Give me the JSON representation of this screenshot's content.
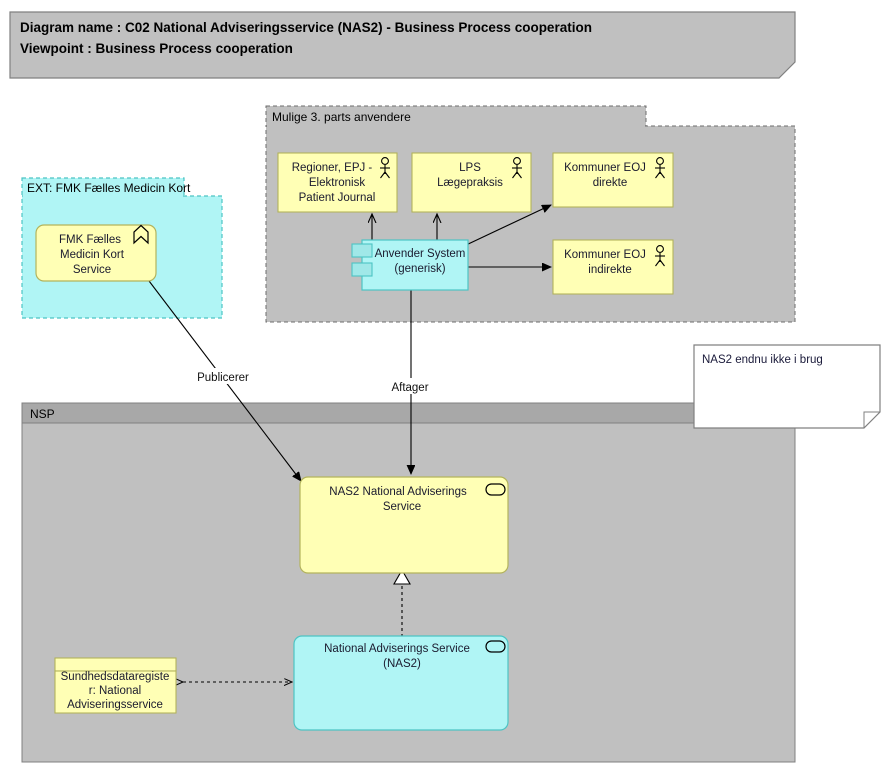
{
  "diagram": {
    "header": {
      "line1_label": "Diagram name :",
      "line1_value": "C02 National Adviseringsservice (NAS2) - Business Process cooperation",
      "line1_full": "Diagram name : C02 National Adviseringsservice (NAS2) - Business Process cooperation",
      "line2_label": "Viewpoint",
      "line2_value": ": Business Process cooperation",
      "line2_full": "Viewpoint        : Business Process cooperation"
    },
    "colors": {
      "group_fill": "#c0c0c0",
      "group_header_fill": "#a8a8a8",
      "title_fill": "#c0c0c0",
      "yellow_fill": "#ffffb5",
      "yellow_stroke": "#b3b35c",
      "cyan_fill": "#b0f5f5",
      "cyan_stroke": "#4cc4c4",
      "note_fill": "#ffffff",
      "line": "#000000"
    },
    "groups": [
      {
        "id": "third-party",
        "label": "Mulige 3. parts anvendere"
      },
      {
        "id": "ext-fmk",
        "label": "EXT: FMK Fælles Medicin Kort"
      },
      {
        "id": "nsp",
        "label": "NSP"
      }
    ],
    "nodes": [
      {
        "id": "regioner-epj",
        "label": "Regioner, EPJ - Elektronisk Patient Journal",
        "lines": [
          "Regioner, EPJ -",
          "Elektronisk",
          "Patient Journal"
        ],
        "icon": "actor-icon",
        "style": "yellow"
      },
      {
        "id": "lps-laegepraksis",
        "label": "LPS Lægepraksis",
        "lines": [
          "LPS",
          "Lægepraksis"
        ],
        "icon": "actor-icon",
        "style": "yellow"
      },
      {
        "id": "kommuner-eoj-direkte",
        "label": "Kommuner EOJ direkte",
        "lines": [
          "Kommuner EOJ",
          "direkte"
        ],
        "icon": "actor-icon",
        "style": "yellow"
      },
      {
        "id": "kommuner-eoj-indirekte",
        "label": "Kommuner EOJ indirekte",
        "lines": [
          "Kommuner EOJ",
          "indirekte"
        ],
        "icon": "actor-icon",
        "style": "yellow"
      },
      {
        "id": "anvender-system",
        "label": "Anvender System (generisk)",
        "lines": [
          "Anvender System",
          "(generisk)"
        ],
        "icon": "component-icon",
        "style": "cyan"
      },
      {
        "id": "fmk-service",
        "label": "FMK Fælles Medicin Kort Service",
        "lines": [
          "FMK Fælles",
          "Medicin Kort",
          "Service"
        ],
        "icon": "application-component-icon",
        "style": "yellow"
      },
      {
        "id": "nas2-national-adviserings-service",
        "label": "NAS2 National Adviserings Service",
        "lines": [
          "NAS2 National Adviserings",
          "Service"
        ],
        "icon": "service-icon",
        "style": "yellow"
      },
      {
        "id": "national-adviserings-service-nas2",
        "label": "National Adviserings Service (NAS2)",
        "lines": [
          "National Adviserings Service",
          "(NAS2)"
        ],
        "icon": "service-icon",
        "style": "cyan"
      },
      {
        "id": "sundhedsdataregister",
        "label": "Sundhedsdataregister: National Adviseringsservice",
        "lines": [
          "Sundhedsdatareginste",
          "r: National",
          "Adviseringsservice"
        ],
        "lines_actual": [
          "Sundhedsdataregiste",
          "r: National",
          "Adviseringsservice"
        ],
        "icon": "object-icon",
        "style": "yellow-note"
      }
    ],
    "note": {
      "id": "note-nas2",
      "text": "NAS2 endnu ikke i brug"
    },
    "edges": [
      {
        "id": "edge-publicerer",
        "label": "Publicerer",
        "from": "fmk-service",
        "to": "nas2-national-adviserings-service",
        "style": "solid-arrow"
      },
      {
        "id": "edge-aftager",
        "label": "Aftager",
        "from": "anvender-system",
        "to": "nas2-national-adviserings-service",
        "style": "solid-arrow"
      },
      {
        "id": "edge-anvender-regioner",
        "label": "",
        "from": "anvender-system",
        "to": "regioner-epj",
        "style": "solid-arrow"
      },
      {
        "id": "edge-anvender-lps",
        "label": "",
        "from": "anvender-system",
        "to": "lps-laegepraksis",
        "style": "solid-arrow"
      },
      {
        "id": "edge-anvender-kommuner-direkte",
        "label": "",
        "from": "anvender-system",
        "to": "kommuner-eoj-direkte",
        "style": "solid-arrow"
      },
      {
        "id": "edge-anvender-kommuner-indirekte",
        "label": "",
        "from": "anvender-system",
        "to": "kommuner-eoj-indirekte",
        "style": "solid-arrow"
      },
      {
        "id": "edge-realization",
        "label": "",
        "from": "national-adviserings-service-nas2",
        "to": "nas2-national-adviserings-service",
        "style": "dashed-hollow-triangle"
      },
      {
        "id": "edge-sundhedsdata",
        "label": "",
        "from": "sundhedsdataregister",
        "to": "national-adviserings-service-nas2",
        "style": "dashed-biarrow"
      }
    ]
  }
}
